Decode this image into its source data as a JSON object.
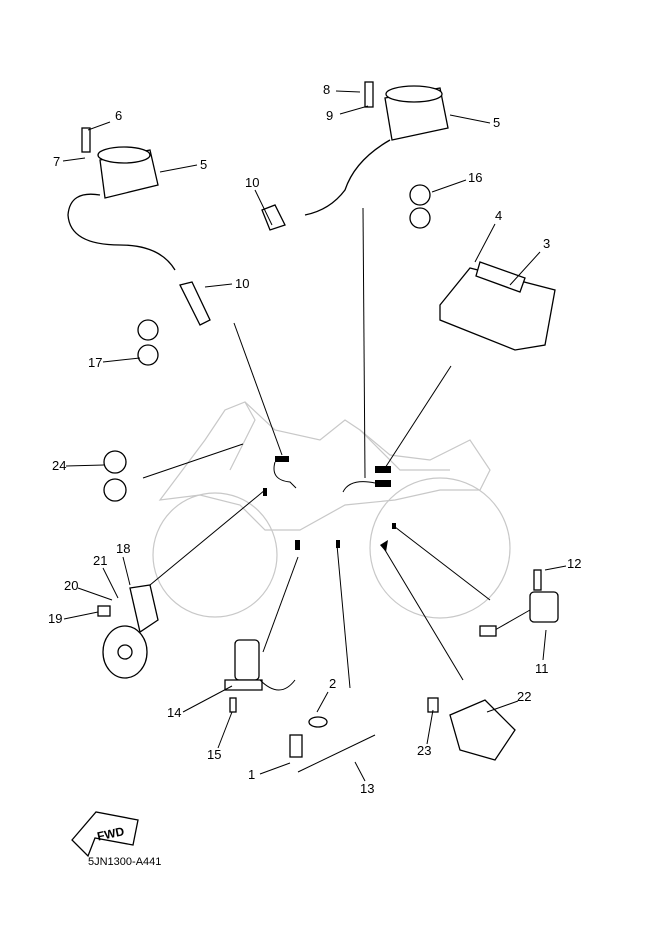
{
  "diagram": {
    "callouts": [
      "6",
      "7",
      "5",
      "10",
      "10",
      "17",
      "8",
      "9",
      "5",
      "16",
      "4",
      "3",
      "24",
      "18",
      "21",
      "20",
      "19",
      "12",
      "11",
      "2",
      "22",
      "14",
      "15",
      "23",
      "1",
      "13"
    ],
    "direction_label": "FWD",
    "diagram_code": "5JN1300-A441"
  }
}
